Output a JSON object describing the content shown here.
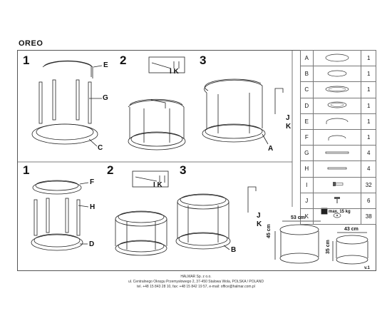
{
  "title": "OREO",
  "steps_top": [
    "1",
    "2",
    "3"
  ],
  "steps_bottom": [
    "1",
    "2",
    "3"
  ],
  "top_labels": {
    "e": "E",
    "g": "G",
    "c": "C",
    "ik": "I K",
    "j": "J",
    "k": "K",
    "a": "A"
  },
  "bottom_labels": {
    "f": "F",
    "h": "H",
    "d": "D",
    "ik": "I K",
    "j": "J",
    "k": "K",
    "b": "B"
  },
  "parts": [
    {
      "code": "A",
      "qty": "1"
    },
    {
      "code": "B",
      "qty": "1"
    },
    {
      "code": "C",
      "qty": "1"
    },
    {
      "code": "D",
      "qty": "1"
    },
    {
      "code": "E",
      "qty": "1"
    },
    {
      "code": "F",
      "qty": "1"
    },
    {
      "code": "G",
      "qty": "4"
    },
    {
      "code": "H",
      "qty": "4"
    },
    {
      "code": "I",
      "qty": "32"
    },
    {
      "code": "J",
      "qty": "6"
    },
    {
      "code": "K",
      "qty": "38"
    }
  ],
  "dimensions": {
    "large_width": "53 cm",
    "large_height": "45 cm",
    "small_width": "43 cm",
    "small_height": "35 cm",
    "max_load": "max. 15 kg"
  },
  "version": "v.1",
  "footer": {
    "company": "HALMAR Sp. z o.o.",
    "address": "ul. Centralnego Okręgu Przemysłowego 2, 37-450 Stalowa Wola, POLSKA / POLAND",
    "contact": "tel. +48 15 843 28 10, fax: +48 15 842 19 57, e-mail: office@halmar.com.pl"
  }
}
